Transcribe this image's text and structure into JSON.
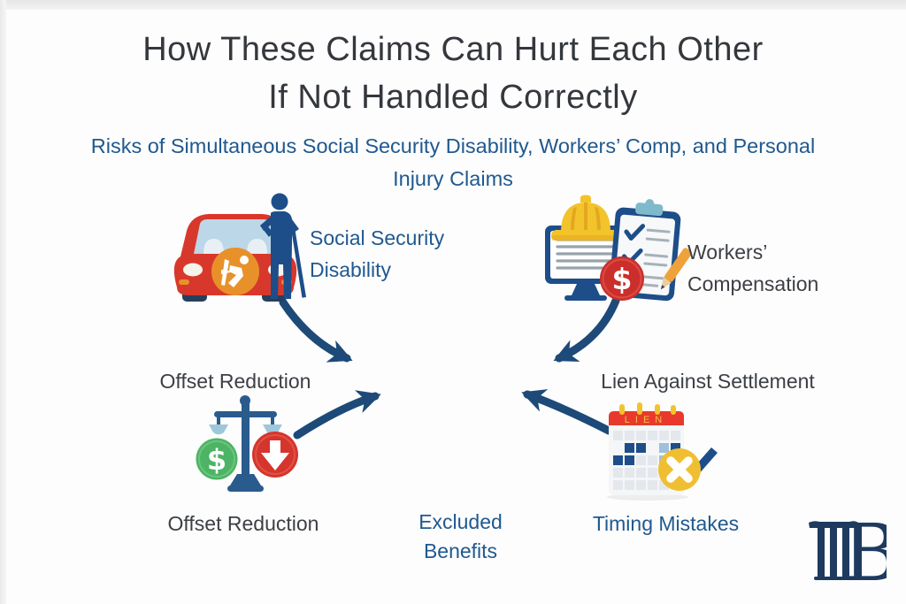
{
  "title": {
    "line1": "How These Claims Can Hurt Each Other",
    "line2": "If Not Handled Correctly"
  },
  "subtitle": {
    "line1": "Risks of Simultaneous Social Security Disability, Workers’ Comp, and Personal",
    "line2": "Injury Claims"
  },
  "claims": {
    "social_security_disability": {
      "label_line1": "Social Security",
      "label_line2": "Disability",
      "icon": "car-accident-disabled-person-icon"
    },
    "workers_compensation": {
      "label_line1": "Workers’",
      "label_line2": "Compensation",
      "icon": "monitor-hardhat-clipboard-money-icon"
    }
  },
  "risks": {
    "offset_reduction_upper": {
      "label": "Offset Reduction"
    },
    "lien_against_settlement": {
      "label": "Lien Against Settlement"
    },
    "offset_reduction_lower": {
      "label": "Offset Reduction",
      "icon": "balance-scale-money-decrease-icon"
    },
    "excluded_benefits": {
      "label_line1": "Excluded",
      "label_line2": "Benefits"
    },
    "timing_mistakes": {
      "label": "Timing Mistakes",
      "icon": "calendar-deadline-error-icon"
    }
  },
  "glyphs": {
    "dollar": "$",
    "calendar_header": "LIEN",
    "logo_letter_b": "B"
  },
  "logo": {
    "monogram": "TB"
  },
  "colors": {
    "arrow_navy": "#1d4a78",
    "icon_navy": "#1d4e89",
    "blue_text": "#20598f",
    "dark_text": "#3c3f44",
    "car_red": "#d8382b",
    "money_red": "#cb2e2b",
    "orange": "#e8912b",
    "yellow": "#f3c32c",
    "green": "#4cb464"
  }
}
